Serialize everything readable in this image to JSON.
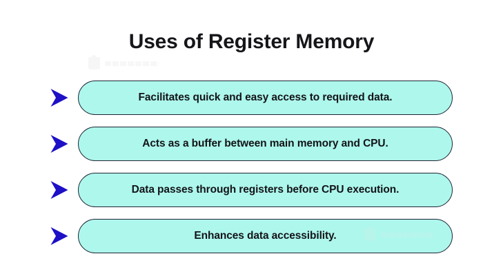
{
  "page": {
    "background_color": "#ffffff",
    "title": "Uses of Register Memory"
  },
  "theme": {
    "pill_fill": "#aef7ec",
    "pill_border": "#1b2434",
    "arrow_color": "#1d10c6",
    "title_color": "#16161a",
    "text_color": "#121418"
  },
  "items": [
    {
      "marker": "arrow-right-icon",
      "text": "Facilitates quick and easy access to required data."
    },
    {
      "marker": "arrow-right-icon",
      "text": "Acts as a buffer between main memory and CPU."
    },
    {
      "marker": "arrow-right-icon",
      "text": "Data passes through registers before CPU execution."
    },
    {
      "marker": "arrow-right-icon",
      "text": "Enhances data accessibility."
    }
  ],
  "watermarks": [
    {
      "position": "below-title"
    },
    {
      "position": "inside-row-4"
    }
  ]
}
